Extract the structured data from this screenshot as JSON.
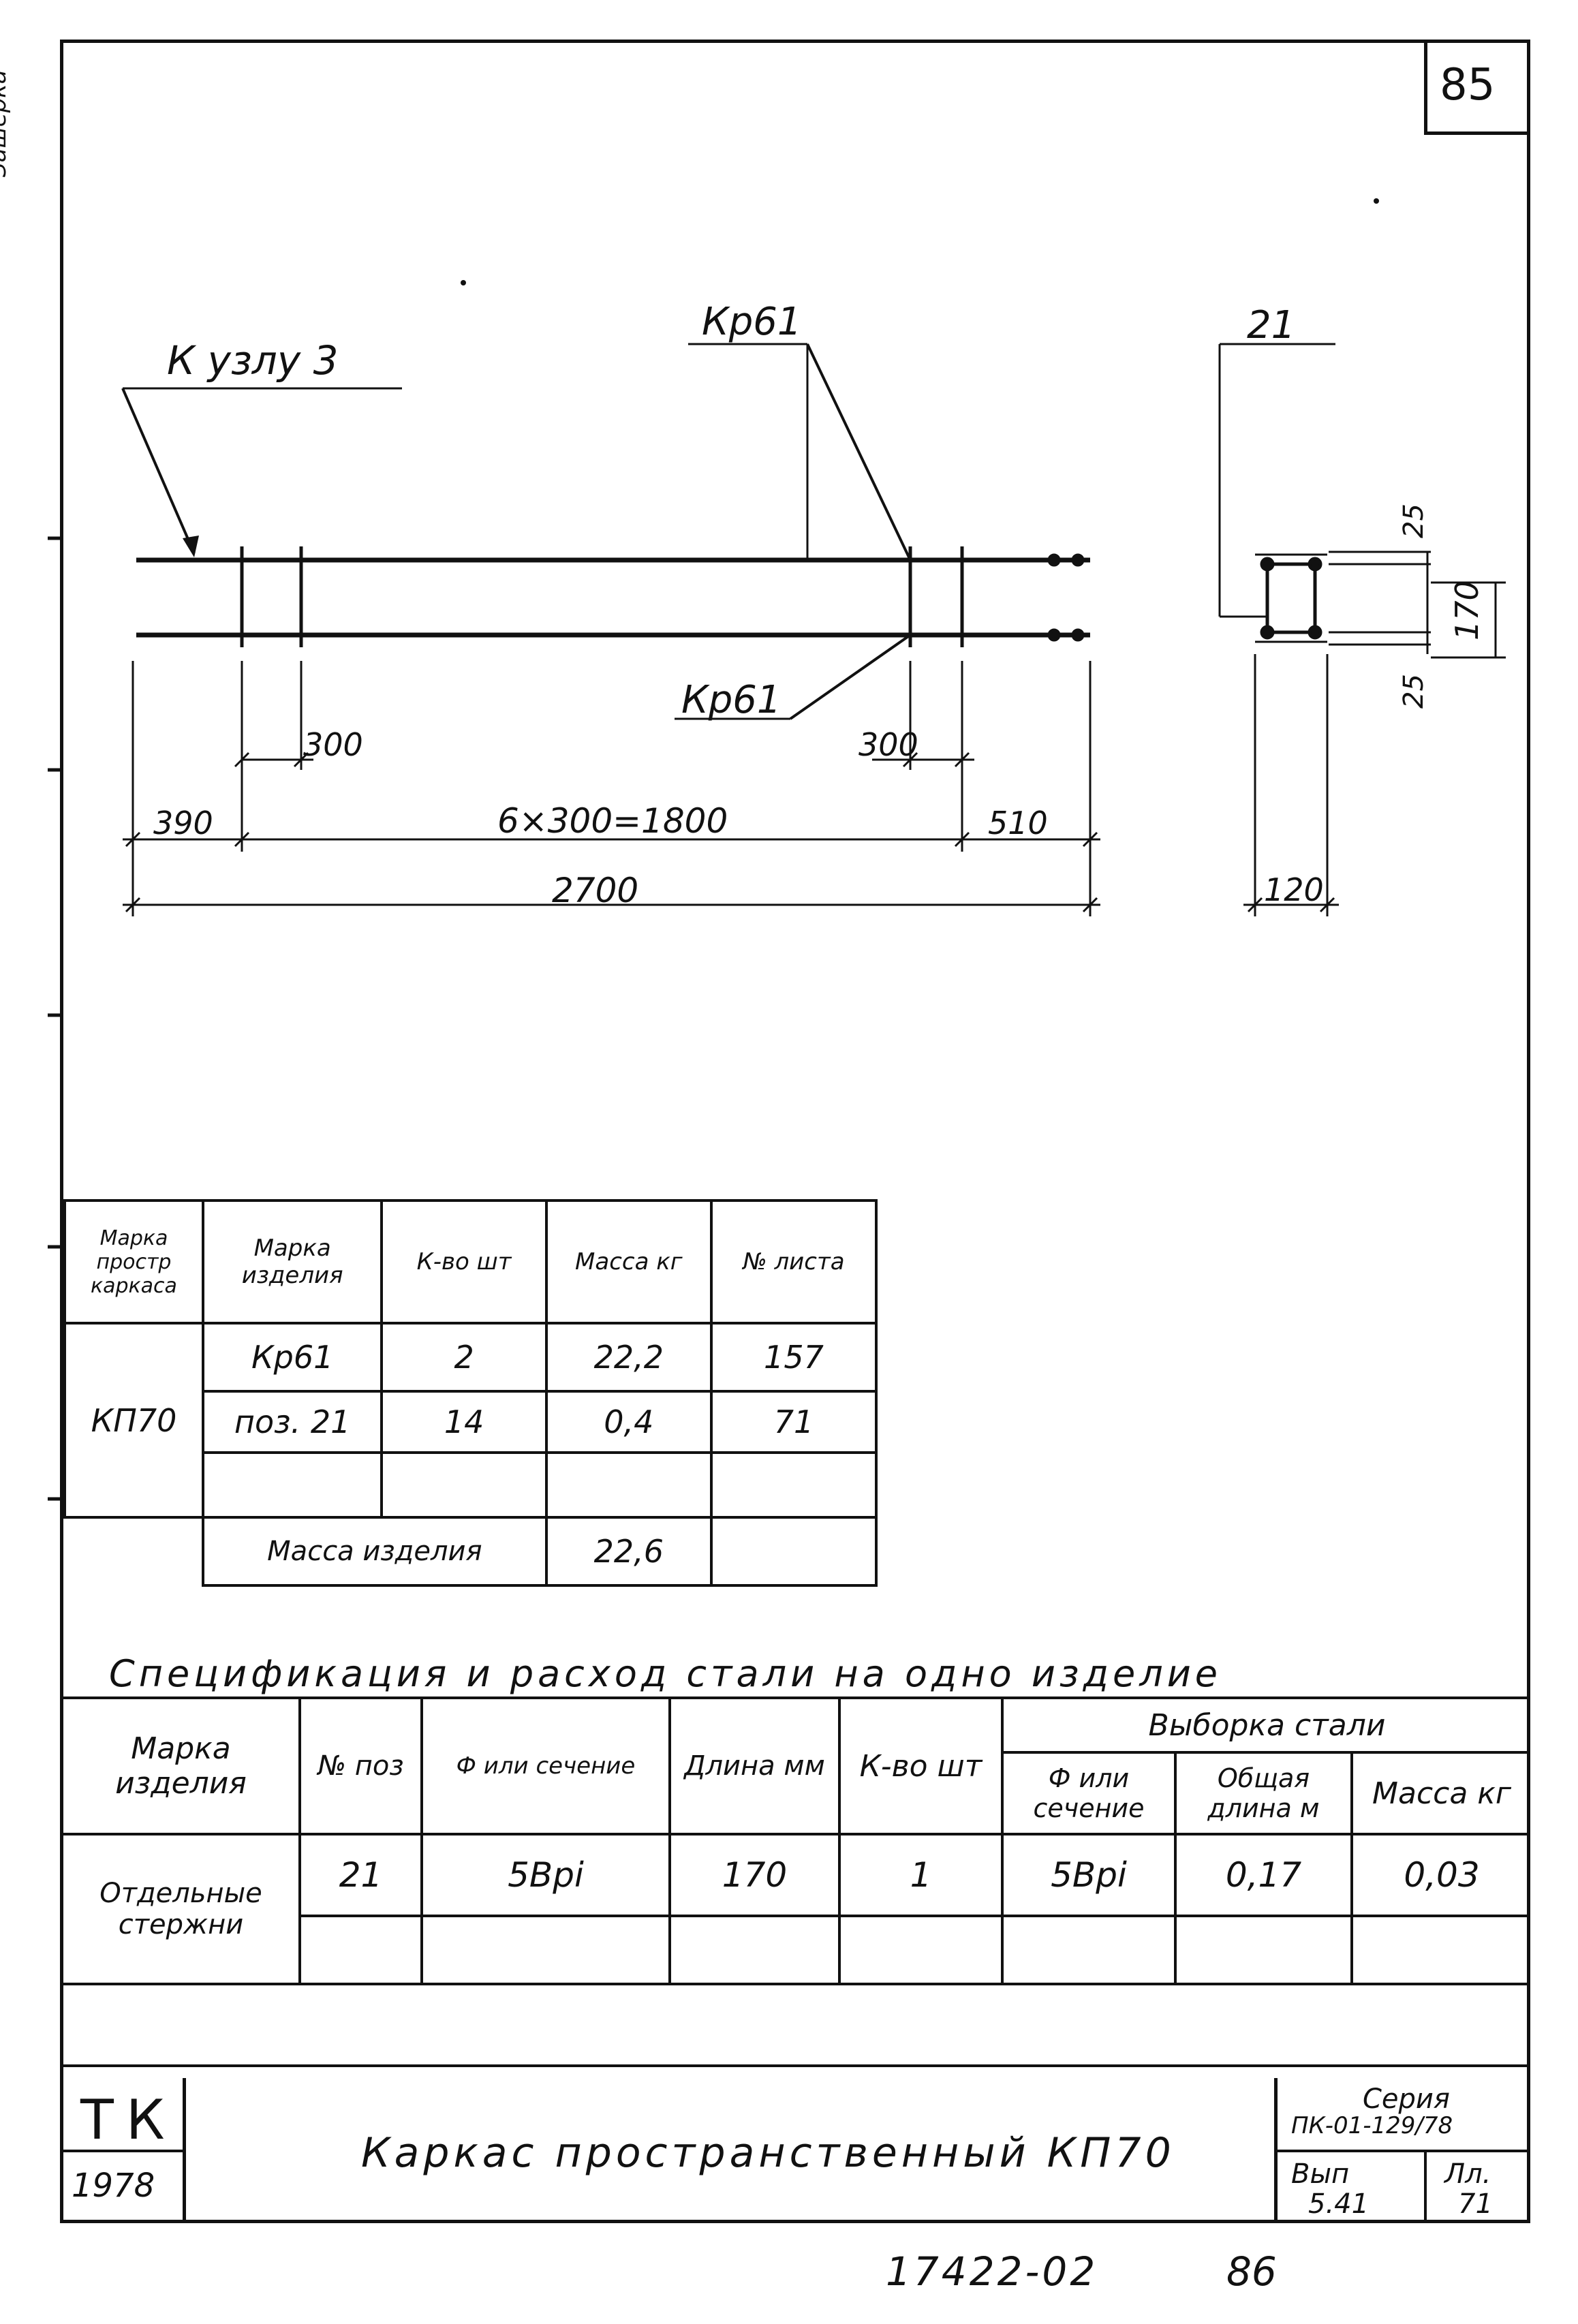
{
  "sheet_number": "85",
  "side_stamp": "Зашерка",
  "callouts": {
    "node": "К узлу 3",
    "kr_top": "Кр61",
    "kr_bottom": "Кр61",
    "section_mark": "21"
  },
  "dimensions": {
    "d300_left": "300",
    "d300_right": "300",
    "d390": "390",
    "d6x300": "6×300=1800",
    "d510": "510",
    "d2700": "2700",
    "d25_top": "25",
    "d170": "170",
    "d25_bottom": "25",
    "d120": "120"
  },
  "small_table": {
    "headers": [
      "Марка простр каркаса",
      "Марка изделия",
      "К-во шт",
      "Масса кг",
      "№ листа"
    ],
    "frame_mark": "КП70",
    "rows": [
      [
        "Кр61",
        "2",
        "22,2",
        "157"
      ],
      [
        "поз. 21",
        "14",
        "0,4",
        "71"
      ],
      [
        "",
        "",
        "",
        ""
      ]
    ],
    "total_label": "Масса изделия",
    "total_value": "22,6"
  },
  "spec": {
    "title": "Спецификация и расход стали на одно изделие",
    "headers": {
      "mark": "Марка изделия",
      "pos": "№ поз",
      "section": "Ф или сечение",
      "length": "Длина мм",
      "qty": "К-во шт",
      "steel": "Выборка стали",
      "steel_section": "Ф или сечение",
      "total_length": "Общая длина м",
      "mass": "Масса кг"
    },
    "row": {
      "mark": "Отдельные стержни",
      "pos": "21",
      "section": "5Врі",
      "length": "170",
      "qty": "1",
      "steel_section": "5Врі",
      "total_length": "0,17",
      "mass": "0,03"
    }
  },
  "title_block": {
    "org": "ТК",
    "year": "1978",
    "title": "Каркас пространственный КП70",
    "series_label": "Серия",
    "series_value": "ПК-01-129/78",
    "issue_label": "Вып",
    "issue_value": "5.41",
    "sheet_label": "Лл.",
    "sheet_value": "71"
  },
  "footer": {
    "archive": "17422-02",
    "page": "86"
  }
}
